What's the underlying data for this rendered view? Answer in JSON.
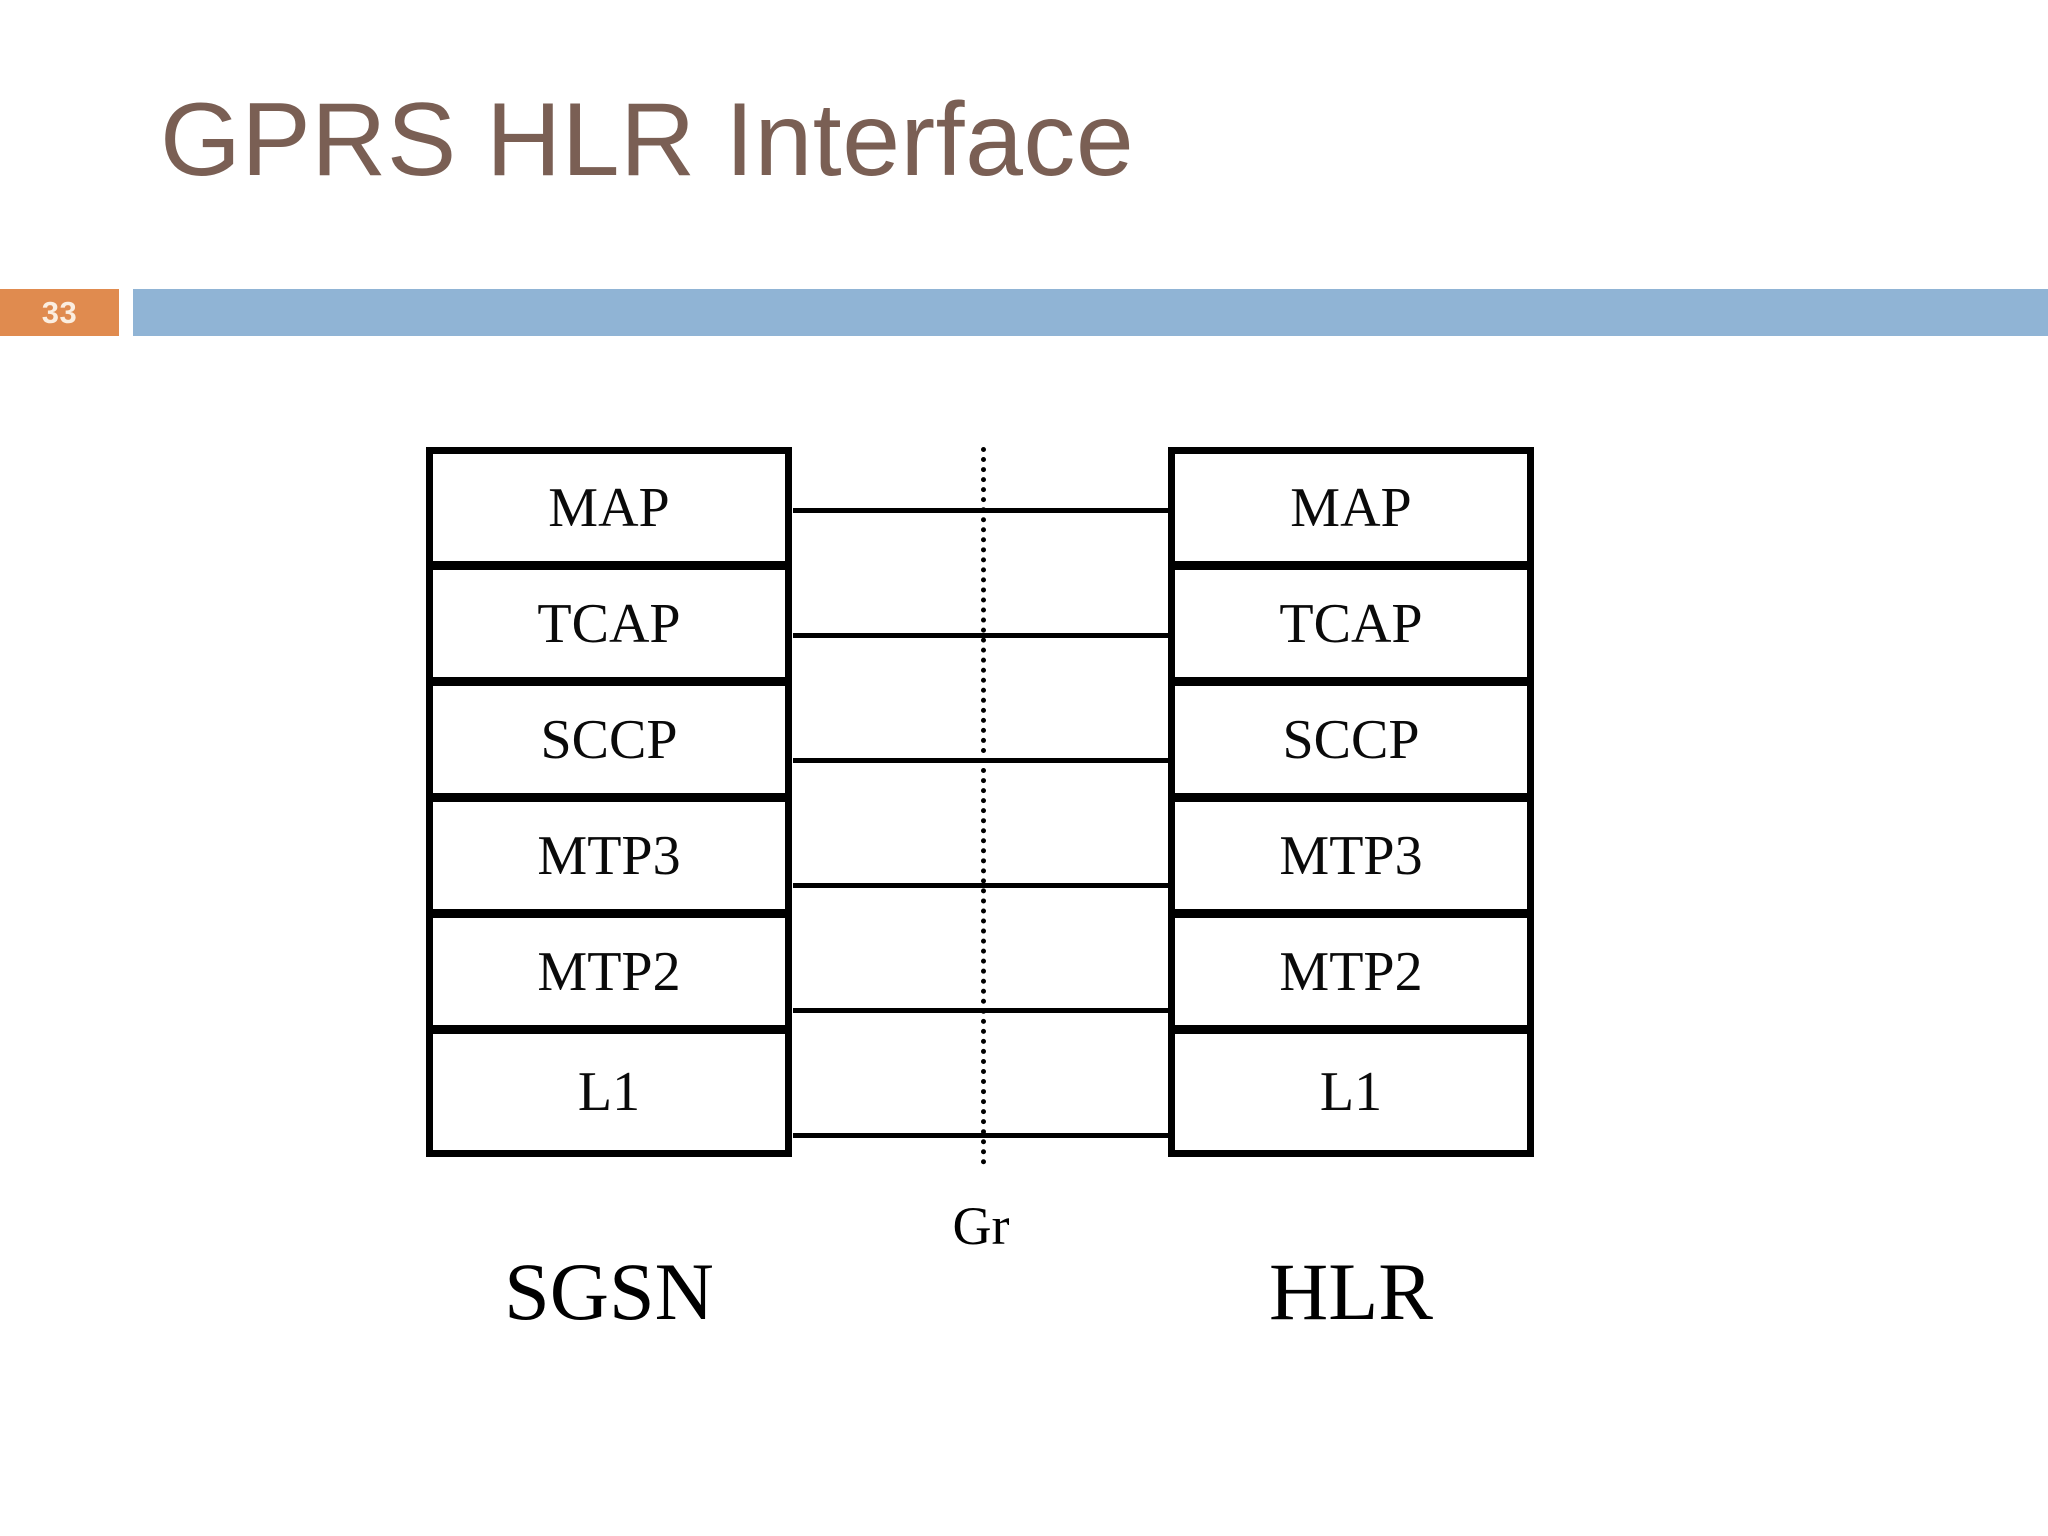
{
  "slide": {
    "title": "GPRS HLR Interface",
    "page_number": "33",
    "title_color": "#7A5F54",
    "badge_color": "#E08B4F",
    "badge_text_color": "#FBEEE0",
    "rule_bar_color": "#90B4D5"
  },
  "diagram": {
    "type": "protocol-stack",
    "left_stack": {
      "caption": "SGSN",
      "layers": [
        {
          "label": "MAP"
        },
        {
          "label": "TCAP"
        },
        {
          "label": "SCCP"
        },
        {
          "label": "MTP3"
        },
        {
          "label": "MTP2"
        },
        {
          "label": "L1"
        }
      ]
    },
    "right_stack": {
      "caption": "HLR",
      "layers": [
        {
          "label": "MAP"
        },
        {
          "label": "TCAP"
        },
        {
          "label": "SCCP"
        },
        {
          "label": "MTP3"
        },
        {
          "label": "MTP2"
        },
        {
          "label": "L1"
        }
      ]
    },
    "interface": {
      "label": "Gr",
      "reference_line": "dotted-vertical"
    },
    "peer_links": [
      {
        "layer": "MAP"
      },
      {
        "layer": "TCAP"
      },
      {
        "layer": "SCCP"
      },
      {
        "layer": "MTP3"
      },
      {
        "layer": "MTP2"
      },
      {
        "layer": "L1"
      }
    ]
  }
}
